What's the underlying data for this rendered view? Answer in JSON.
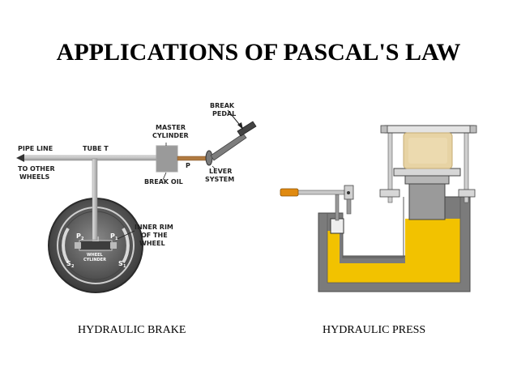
{
  "title": "APPLICATIONS OF PASCAL'S LAW",
  "brake": {
    "caption": "HYDRAULIC BRAKE",
    "labels": {
      "break_pedal_1": "BREAK",
      "break_pedal_2": "PEDAL",
      "master_cyl_1": "MASTER",
      "master_cyl_2": "CYLINDER",
      "pipe_line": "PIPE LINE",
      "tube_t": "TUBE T",
      "to_other_1": "TO OTHER",
      "to_other_2": "WHEELS",
      "p": "P",
      "lever_1": "LEVER",
      "lever_2": "SYSTEM",
      "break_oil": "BREAK OIL",
      "inner_rim_1": "INNER RIM",
      "inner_rim_2": "OF THE",
      "inner_rim_3": "WHEEL",
      "p2": "P",
      "p2_sub": "2",
      "p1": "P",
      "p1_sub": "1",
      "s2": "S",
      "s2_sub": "2",
      "s1": "S",
      "s1_sub": "1",
      "wheel_cyl_1": "WHEEL",
      "wheel_cyl_2": "CYLINDER"
    }
  },
  "press": {
    "caption": "HYDRAULIC PRESS"
  },
  "colors": {
    "oil": "#f2c200",
    "steel": "#7b7b7b",
    "wheel": "#5c5c5c",
    "handle": "#e08a10",
    "pipe": "#c4c4c4"
  }
}
